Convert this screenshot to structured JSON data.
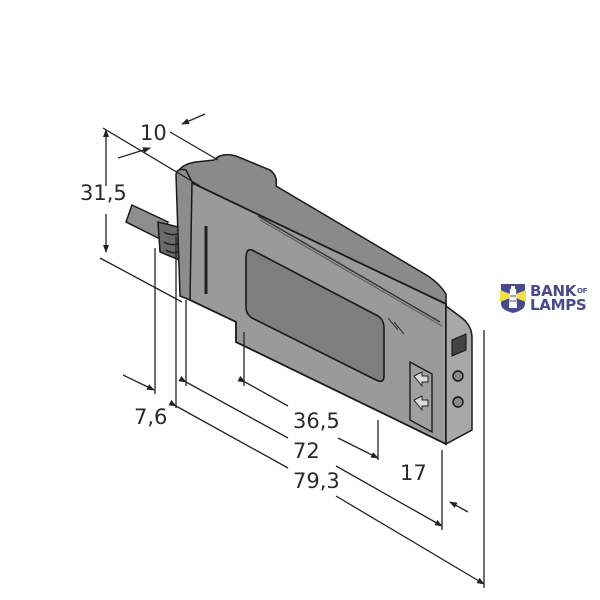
{
  "diagram": {
    "subject": "Fiber optic amplifier sensor housing with cable",
    "units": "mm",
    "dimensions": {
      "width_top": "10",
      "height": "31,5",
      "cable_offset": "7,6",
      "length_inner": "36,5",
      "length_body": "72",
      "length_total": "79,3",
      "depth": "17"
    }
  },
  "logo": {
    "line1": "BANK",
    "superscript": "OF",
    "line2": "LAMPS",
    "colors": {
      "shield": "#4a4a8a",
      "beam": "#f2e04a",
      "text": "#4a4a8a"
    }
  },
  "colors": {
    "housing_front": "#9a9a9a",
    "housing_top": "#8a8a8a",
    "housing_side": "#a8a8a8",
    "window": "#7e7e7e",
    "outline": "#1a1a1a",
    "dimension_line": "#222222"
  }
}
